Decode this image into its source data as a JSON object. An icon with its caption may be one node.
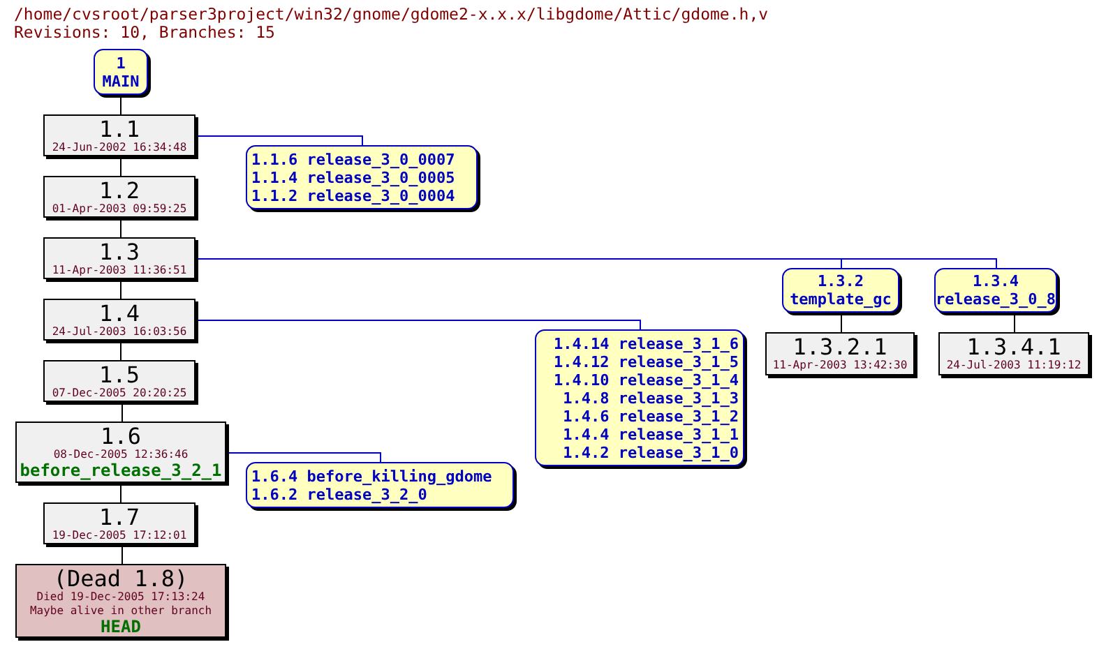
{
  "diagram": {
    "nodes": [
      {
        "text": [
          "1",
          "MAIN"
        ]
      },
      {
        "text": [
          "1.1",
          "24-Jun-2002 16:34:48"
        ]
      },
      {
        "text": [
          "1.1.6 release_3_0_0007",
          "1.1.4 release_3_0_0005",
          "1.1.2 release_3_0_0004"
        ]
      },
      {
        "text": [
          "1.2",
          "01-Apr-2003 09:59:25"
        ]
      },
      {
        "text": [
          "1.3",
          "11-Apr-2003 11:36:51"
        ]
      },
      {
        "text": [
          "1.3.2",
          "template_gc"
        ]
      },
      {
        "text": [
          "1.3.4",
          "release_3_0_8"
        ]
      },
      {
        "text": [
          "1.4",
          "24-Jul-2003 16:03:56"
        ]
      },
      {
        "text": [
          "1.4.14 release_3_1_6",
          "1.4.12 release_3_1_5",
          "1.4.10 release_3_1_4",
          "1.4.8 release_3_1_3",
          "1.4.6 release_3_1_2",
          "1.4.4 release_3_1_1",
          "1.4.2 release_3_1_0"
        ]
      },
      {
        "text": [
          "1.3.2.1",
          "11-Apr-2003 13:42:30"
        ]
      },
      {
        "text": [
          "1.3.4.1",
          "24-Jul-2003 11:19:12"
        ]
      },
      {
        "text": [
          "1.5",
          "07-Dec-2005 20:20:25"
        ]
      },
      {
        "text": [
          "1.6",
          "08-Dec-2005 12:36:46",
          "before_release_3_2_1"
        ]
      },
      {
        "text": [
          "1.6.4 before_killing_gdome",
          "1.6.2 release_3_2_0"
        ]
      },
      {
        "text": [
          "1.7",
          "19-Dec-2005 17:12:01"
        ]
      },
      {
        "text": [
          "(Dead 1.8)",
          "Died 19-Dec-2005 17:13:24",
          "Maybe alive in other branch",
          "HEAD"
        ]
      }
    ],
    "edges": [
      {
        "from": 0,
        "to": 1,
        "arrow": "none"
      },
      {
        "from": 1,
        "to": 3,
        "arrow": "none"
      },
      {
        "from": 1,
        "to": 2,
        "arrow": "none",
        "color": "#0000c0"
      },
      {
        "from": 3,
        "to": 4,
        "arrow": "none"
      },
      {
        "from": 4,
        "to": 5,
        "arrow": "none",
        "color": "#0000c0"
      },
      {
        "from": 4,
        "to": 6,
        "arrow": "none",
        "color": "#0000c0"
      },
      {
        "from": 4,
        "to": 7,
        "arrow": "none"
      },
      {
        "from": 7,
        "to": 8,
        "arrow": "none",
        "color": "#0000c0"
      },
      {
        "from": 5,
        "to": 9,
        "arrow": "none"
      },
      {
        "from": 6,
        "to": 10,
        "arrow": "none"
      },
      {
        "from": 7,
        "to": 11,
        "arrow": "none"
      },
      {
        "from": 11,
        "to": 12,
        "arrow": "none"
      },
      {
        "from": 12,
        "to": 13,
        "arrow": "none",
        "color": "#0000c0"
      },
      {
        "from": 12,
        "to": 14,
        "arrow": "none"
      },
      {
        "from": 14,
        "to": 15,
        "arrow": "none"
      }
    ],
    "labels": [
      "/home/cvsroot/parser3project/win32/gnome/gdome2-x.x.x/libgdome/Attic/gdome.h,v",
      "Revisions: 10, Branches: 15"
    ]
  }
}
